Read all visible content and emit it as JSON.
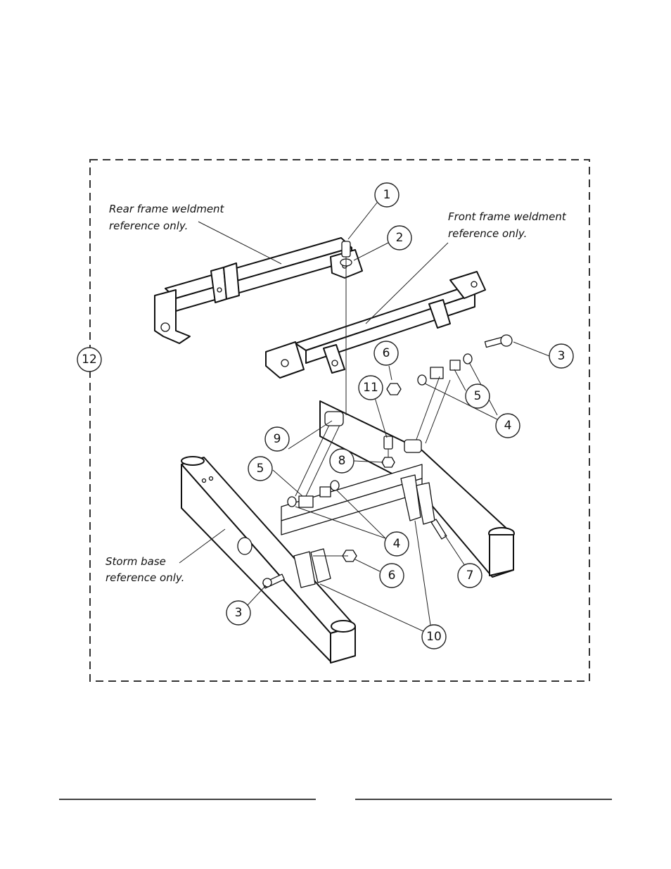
{
  "labels": {
    "rear_frame": [
      "Rear frame weldment",
      "reference only."
    ],
    "front_frame": [
      "Front frame weldment",
      "reference only."
    ],
    "storm_base": [
      "Storm base",
      "reference only."
    ]
  },
  "callouts": [
    {
      "id": "c1",
      "num": "1"
    },
    {
      "id": "c2",
      "num": "2"
    },
    {
      "id": "c3a",
      "num": "3"
    },
    {
      "id": "c3b",
      "num": "3"
    },
    {
      "id": "c4a",
      "num": "4"
    },
    {
      "id": "c4b",
      "num": "4"
    },
    {
      "id": "c5a",
      "num": "5"
    },
    {
      "id": "c5b",
      "num": "5"
    },
    {
      "id": "c6a",
      "num": "6"
    },
    {
      "id": "c6b",
      "num": "6"
    },
    {
      "id": "c7",
      "num": "7"
    },
    {
      "id": "c8",
      "num": "8"
    },
    {
      "id": "c9",
      "num": "9"
    },
    {
      "id": "c10",
      "num": "10"
    },
    {
      "id": "c11",
      "num": "11"
    },
    {
      "id": "c12",
      "num": "12"
    }
  ]
}
